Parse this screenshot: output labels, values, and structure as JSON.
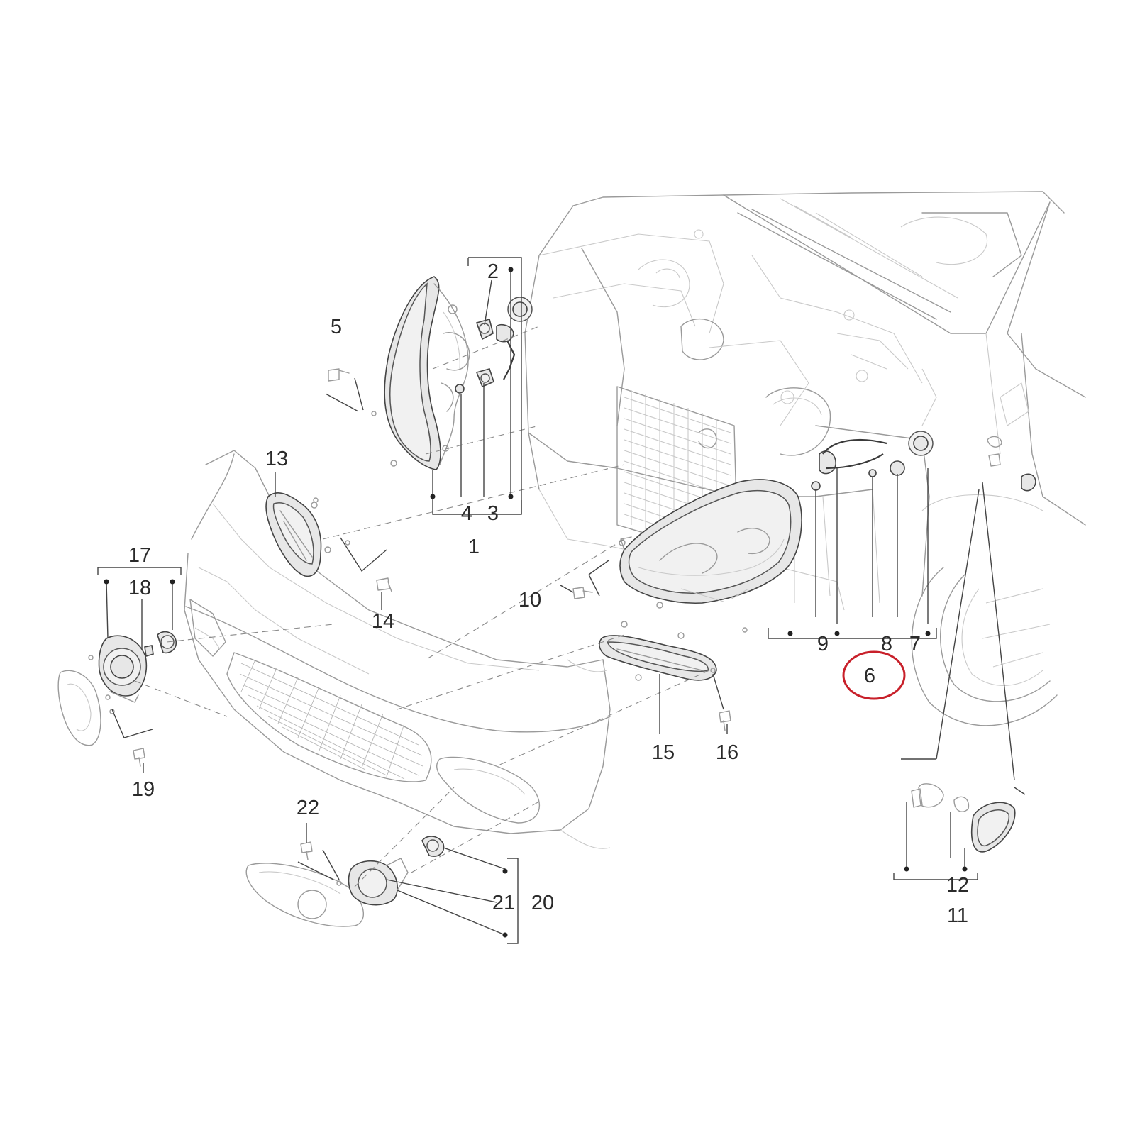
{
  "diagram": {
    "callouts": {
      "c1": "1",
      "c2": "2",
      "c3": "3",
      "c4": "4",
      "c5": "5",
      "c6": "6",
      "c7": "7",
      "c8": "8",
      "c9": "9",
      "c10": "10",
      "c11": "11",
      "c12": "12",
      "c13": "13",
      "c14": "14",
      "c15": "15",
      "c16": "16",
      "c17": "17",
      "c18": "18",
      "c19": "19",
      "c20": "20",
      "c21": "21",
      "c22": "22"
    },
    "highlighted_callout": "6",
    "colors": {
      "highlight": "#c8202a",
      "line_art": "#9a9a9a",
      "part_outline": "#444444",
      "text": "#2a2a2a"
    }
  }
}
